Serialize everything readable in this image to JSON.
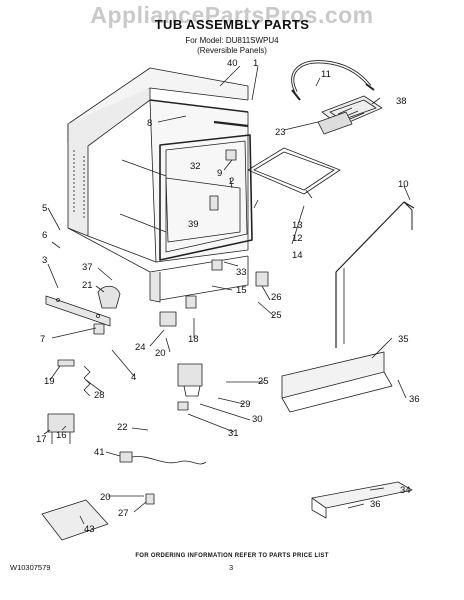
{
  "watermark": "AppliancePartsPros.com",
  "header": {
    "title": "TUB ASSEMBLY PARTS",
    "model_line": "For Model: DU811SWPU4",
    "variant_line": "(Reversible Panels)"
  },
  "callouts": [
    "40",
    "1",
    "11",
    "38",
    "8",
    "23",
    "32",
    "9",
    "2",
    "10",
    "5",
    "39",
    "13",
    "12",
    "6",
    "14",
    "3",
    "37",
    "33",
    "21",
    "15",
    "26",
    "25",
    "7",
    "24",
    "20",
    "18",
    "35",
    "19",
    "4",
    "28",
    "25",
    "29",
    "36",
    "30",
    "22",
    "31",
    "17",
    "16",
    "41",
    "34",
    "20",
    "27",
    "36",
    "43"
  ],
  "footer": {
    "note": "FOR ORDERING INFORMATION REFER TO PARTS PRICE LIST",
    "doc_number": "W10307579",
    "page_number": "3"
  }
}
